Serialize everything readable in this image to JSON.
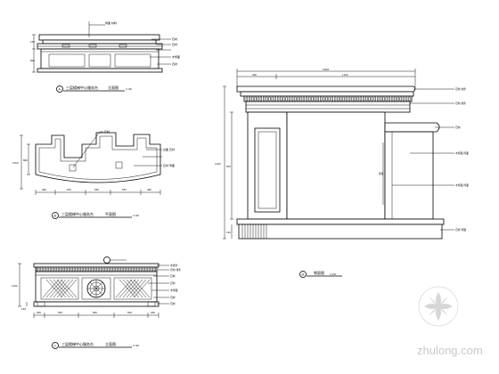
{
  "drawing_a": {
    "number": "A",
    "title": "三层楼梯中心服务台",
    "view": "立面图",
    "scale": "1:40",
    "callouts": [
      "饰面 材料",
      "石材",
      "石材",
      "木饰面",
      "石材"
    ],
    "dims_left": [
      "150",
      "800"
    ]
  },
  "drawing_b": {
    "number": "B",
    "title": "三层楼梯中心服务台",
    "view": "平面图",
    "scale": "1:40",
    "callouts": [
      "石材",
      "台面 石材",
      "石材 饰面"
    ],
    "dims_bottom": [
      "460",
      "870",
      "650",
      "870",
      "460"
    ],
    "dims_left": [
      "1550",
      "800"
    ]
  },
  "drawing_c": {
    "number": "C",
    "title": "三层楼梯中心服务台",
    "view": "立面图",
    "scale": "1:40",
    "callouts": [
      "木线条",
      "石材 线条",
      "石材",
      "石材",
      "木饰面",
      "石材",
      "石材"
    ],
    "dims_bottom": [
      "200",
      "500",
      "840",
      "500",
      "200"
    ],
    "dims_left": [
      "1100",
      "120"
    ]
  },
  "drawing_d": {
    "number": "D",
    "title": "侧面图",
    "scale": "1:20",
    "overall_width": "1400",
    "dims_top": [
      "300",
      "1100"
    ],
    "dims_left": [
      "1100",
      "870",
      "120"
    ],
    "callouts": [
      "石材 线条",
      "石材 线条",
      "石材",
      "木饰面 饰面",
      "木饰面 饰面",
      "石材 饰面"
    ],
    "center_mark": "饰面"
  },
  "watermark": {
    "text": "zhulong.com"
  }
}
